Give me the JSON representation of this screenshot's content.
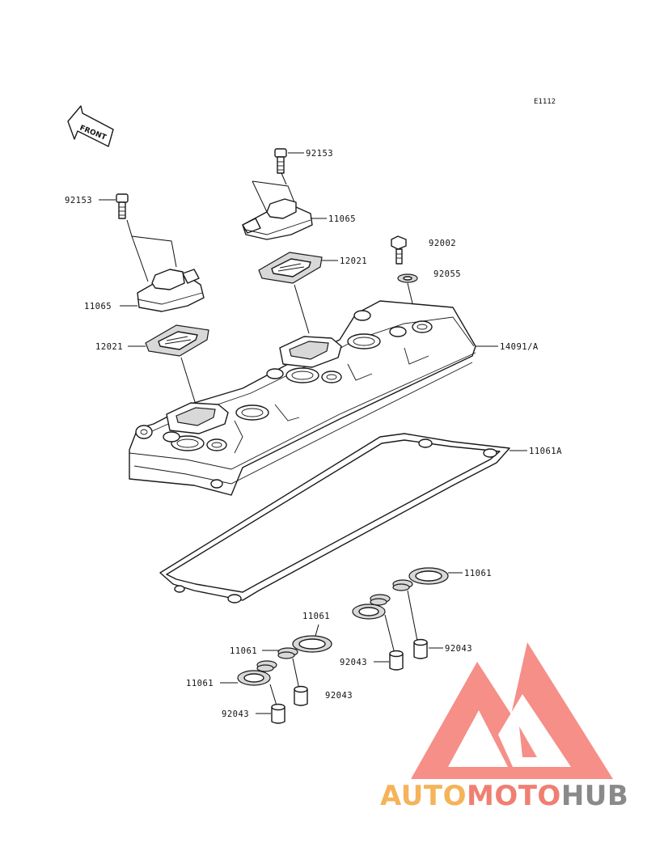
{
  "diagram_code": "E1112",
  "front_label": "FRONT",
  "parts": {
    "bolt_left": "92153",
    "bolt_right": "92153",
    "breather_cover_left": "11065",
    "breather_cover_right": "11065",
    "reed_valve_left": "12021",
    "reed_valve_right": "12021",
    "cover_bolt": "92002",
    "washer": "92055",
    "cylinder_head_cover": "14091/A",
    "cover_gasket": "11061A",
    "plug_gasket_a": "11061",
    "plug_gasket_b": "11061",
    "plug_gasket_c": "11061",
    "plug_gasket_d": "11061",
    "collar_a": "92043",
    "collar_b": "92043",
    "collar_c": "92043",
    "collar_d": "92043"
  },
  "watermark": {
    "part1": "AUTO",
    "part2": "MOTO",
    "part3": "HUB",
    "colors": {
      "orange": "#f5b35a",
      "salmon": "#f07f72",
      "gray": "#8a8a8a",
      "triangle": "#f26a60"
    }
  }
}
